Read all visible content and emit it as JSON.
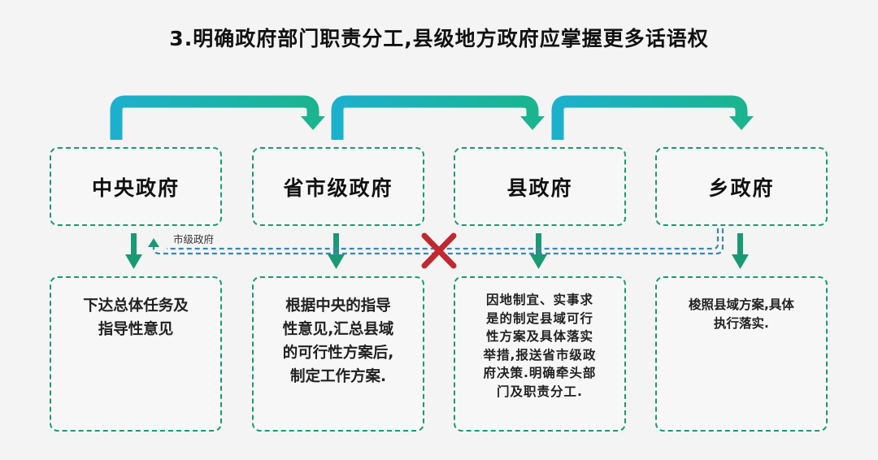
{
  "title": "3.明确政府部门职责分工,县级地方政府应掌握更多话语权",
  "levels": [
    {
      "label": "中央政府"
    },
    {
      "label": "省市级政府"
    },
    {
      "label": "县政府"
    },
    {
      "label": "乡政府"
    }
  ],
  "descriptions": [
    {
      "lines": [
        "下达总体任务及",
        "指导性意见"
      ]
    },
    {
      "lines": [
        "根据中央的指导",
        "性意见,汇总县域",
        "的可行性方案后,",
        "制定工作方案."
      ]
    },
    {
      "lines": [
        "因地制宜、实事求",
        "是的制定县域可行",
        "性方案及具体落实",
        "举措,报送省市级政",
        "府决策.明确牵头部",
        "门及职责分工."
      ]
    },
    {
      "lines": [
        "梭照县域方案,具体",
        "执行落实."
      ]
    }
  ],
  "feedback_label": "市级政府",
  "colors": {
    "top_arrow": "#1eb3c4",
    "down_arrow": "#1a9a74",
    "box_border": "#1a9a74",
    "feedback_line": "#3d86b0",
    "cross": "#c0282f"
  }
}
